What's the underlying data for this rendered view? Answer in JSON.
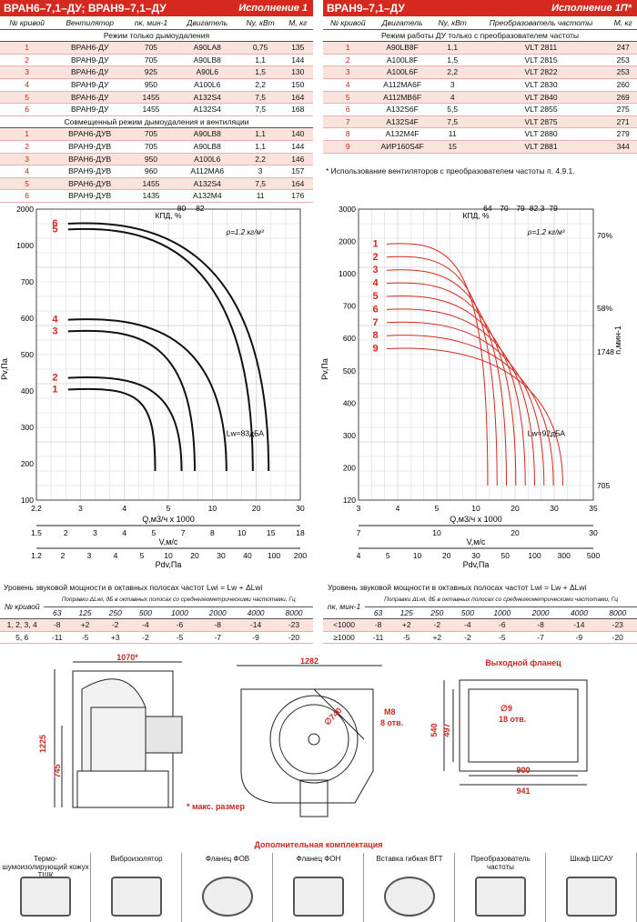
{
  "left_header": {
    "title": "ВРАН6–7,1–ДУ; ВРАН9–7,1–ДУ",
    "right": "Исполнение 1"
  },
  "right_header": {
    "title": "ВРАН9–7,1–ДУ",
    "right": "Исполнение 1П*"
  },
  "left_table": {
    "columns": [
      "№ кривой",
      "Вентилятор",
      "nк, мин-1",
      "Двигатель",
      "Nу, кВт",
      "М, кг"
    ],
    "section1": "Режим только дымоудаления",
    "rows1": [
      [
        "1",
        "ВРАН6-ДУ",
        "705",
        "A90LA8",
        "0,75",
        "135"
      ],
      [
        "2",
        "ВРАН9-ДУ",
        "705",
        "A90LB8",
        "1,1",
        "144"
      ],
      [
        "3",
        "ВРАН6-ДУ",
        "925",
        "A90L6",
        "1,5",
        "130"
      ],
      [
        "4",
        "ВРАН9-ДУ",
        "950",
        "A100L6",
        "2,2",
        "150"
      ],
      [
        "5",
        "ВРАН6-ДУ",
        "1455",
        "A132S4",
        "7,5",
        "164"
      ],
      [
        "6",
        "ВРАН9-ДУ",
        "1455",
        "A132S4",
        "7,5",
        "168"
      ]
    ],
    "section2": "Совмещенный режим дымоудаления и вентиляции",
    "rows2": [
      [
        "1",
        "ВРАН6-ДУВ",
        "705",
        "A90LB8",
        "1,1",
        "140"
      ],
      [
        "2",
        "ВРАН9-ДУВ",
        "705",
        "A90LB8",
        "1,1",
        "144"
      ],
      [
        "3",
        "ВРАН6-ДУВ",
        "950",
        "A100L6",
        "2,2",
        "146"
      ],
      [
        "4",
        "ВРАН9-ДУВ",
        "960",
        "A112MA6",
        "3",
        "157"
      ],
      [
        "5",
        "ВРАН6-ДУВ",
        "1455",
        "A132S4",
        "7,5",
        "164"
      ],
      [
        "6",
        "ВРАН9-ДУВ",
        "1435",
        "A132M4",
        "11",
        "176"
      ]
    ]
  },
  "right_table": {
    "columns": [
      "№ кривой",
      "Двигатель",
      "Nу, кВт",
      "Преобразователь частоты",
      "М, кг"
    ],
    "section": "Режим работы ДУ только с преобразователем частоты",
    "rows": [
      [
        "1",
        "A90LB8F",
        "1,1",
        "VLT 2811",
        "247"
      ],
      [
        "2",
        "A100L8F",
        "1,5",
        "VLT 2815",
        "253"
      ],
      [
        "3",
        "A100L6F",
        "2,2",
        "VLT 2822",
        "253"
      ],
      [
        "4",
        "A112MA6F",
        "3",
        "VLT 2830",
        "260"
      ],
      [
        "5",
        "A112MB6F",
        "4",
        "VLT 2840",
        "269"
      ],
      [
        "6",
        "A132S6F",
        "5,5",
        "VLT 2855",
        "275"
      ],
      [
        "7",
        "A132S4F",
        "7,5",
        "VLT 2875",
        "271"
      ],
      [
        "8",
        "A132M4F",
        "11",
        "VLT 2880",
        "279"
      ],
      [
        "9",
        "АИР160S4F",
        "15",
        "VLT 2881",
        "344"
      ]
    ],
    "note": "* Использование вентиляторов с преобразователем частоты п. 4.9.1."
  },
  "left_chart": {
    "y_label": "Pv,Па",
    "kpd": "КПД, %",
    "rho": "ρ=1.2 кг/м³",
    "q_label": "Q,м3/ч x 1000",
    "v_label": "V,м/с",
    "pdv_label": "Pdv,Па",
    "lw": "Lw=83дБА",
    "y_ticks": [
      "2000",
      "1000",
      "700",
      "600",
      "500",
      "400",
      "300",
      "200",
      "100"
    ],
    "q_ticks": [
      "2.2",
      "3",
      "4",
      "5",
      "10",
      "20",
      "30"
    ],
    "v_ticks": [
      "1.5",
      "2",
      "3",
      "4",
      "5",
      "7",
      "8",
      "10",
      "15",
      "18"
    ],
    "pdv_ticks": [
      "1.2",
      "2",
      "3",
      "4",
      "5",
      "10",
      "20",
      "30",
      "40",
      "100",
      "200"
    ],
    "kpd_top": [
      "80",
      "82"
    ]
  },
  "right_chart": {
    "y_label": "Pv,Па",
    "n_label": "n,мин-1",
    "kpd": "КПД, %",
    "rho": "ρ=1.2 кг/м³",
    "q_label": "Q,м3/ч x 1000",
    "v_label": "V,м/с",
    "pdv_label": "Pdv,Па",
    "lw": "Lw=92дБА",
    "y_ticks": [
      "3000",
      "2000",
      "1000",
      "700",
      "600",
      "500",
      "400",
      "300",
      "200",
      "120"
    ],
    "n_ticks": [
      "70%",
      "58%",
      "1748",
      "705"
    ],
    "q_ticks": [
      "3",
      "4",
      "5",
      "10",
      "20",
      "30",
      "35"
    ],
    "v_ticks": [
      "7",
      "10",
      "20",
      "30"
    ],
    "pdv_ticks": [
      "4",
      "5",
      "10",
      "20",
      "30",
      "50",
      "100",
      "300",
      "500"
    ],
    "kpd_top": [
      "64",
      "70",
      "79",
      "82.3",
      "79"
    ]
  },
  "sound": {
    "left_title": "Уровень звуковой мощности в октавных полосах частот Lwi = Lw + ΔLwi",
    "right_title": "Уровень звуковой мощности в октавных полосах частот Lwi = Lw + ΔLwi",
    "left_c0": "№ кривой",
    "right_c0": "nк, мин-1",
    "corrections": "Поправки ΔLwi, дБ в октавных полосах со среднегеометрическими частотами, Гц",
    "freqs": [
      "63",
      "125",
      "250",
      "500",
      "1000",
      "2000",
      "4000",
      "8000"
    ],
    "left_rows": [
      [
        "1, 2, 3, 4",
        "-8",
        "+2",
        "-2",
        "-4",
        "-6",
        "-8",
        "-14",
        "-23"
      ],
      [
        "5, 6",
        "-11",
        "-5",
        "+3",
        "-2",
        "-5",
        "-7",
        "-9",
        "-20"
      ]
    ],
    "right_rows": [
      [
        "<1000",
        "-8",
        "+2",
        "-2",
        "-4",
        "-6",
        "-8",
        "-14",
        "-23"
      ],
      [
        "≥1000",
        "-11",
        "-5",
        "+2",
        "-2",
        "-5",
        "-7",
        "-9",
        "-20"
      ]
    ]
  },
  "drawing": {
    "width1": "1070*",
    "h1": "1225",
    "h2": "745",
    "width2": "1282",
    "m8": "M8",
    "m8_holes": "8 отв.",
    "dia": "∅740",
    "flange_title": "Выходной фланец",
    "d9": "∅9",
    "holes18": "18 отв.",
    "w900": "900",
    "w941": "941",
    "h540": "540",
    "h497": "497",
    "max_note": "* макс. размер"
  },
  "accessories": {
    "title": "Дополнительная комплектация",
    "items": [
      "Термо-шумоизолирующий кожух ТШК",
      "Виброизолятор",
      "Фланец ФОВ",
      "Фланец ФОН",
      "Вставка гибкая ВГТ",
      "Преобразователь частоты",
      "Шкаф ШСАУ"
    ]
  }
}
